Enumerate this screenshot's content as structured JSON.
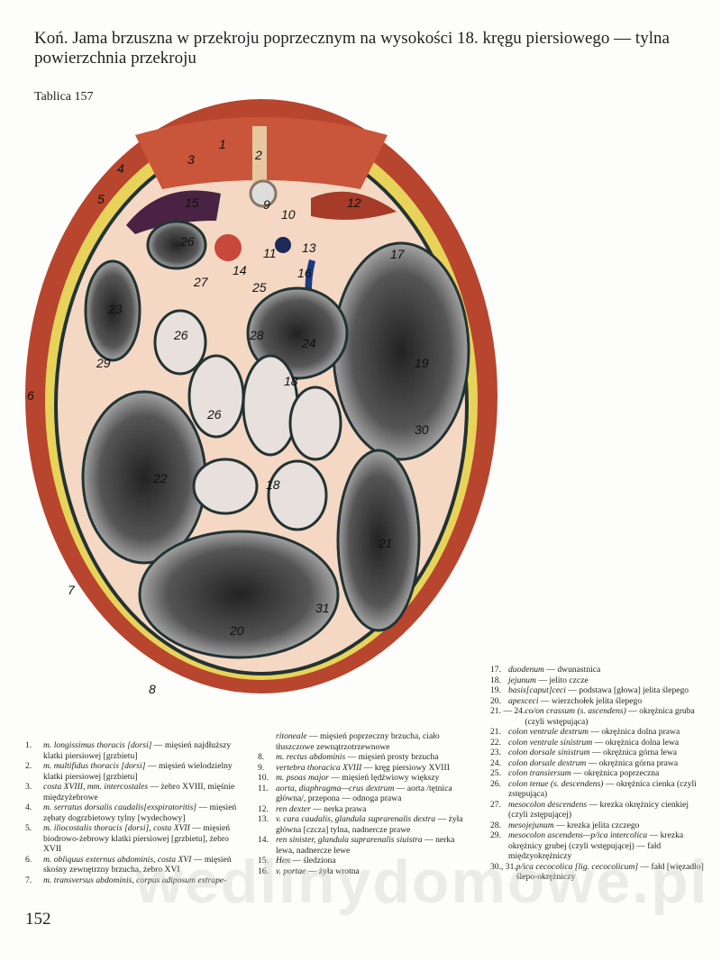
{
  "title": "Koń. Jama brzuszna w przekroju poprzecznym na wysokości 18. kręgu piersiowego — tylna powierzchnia przekroju",
  "plate": "Tablica 157",
  "page_number": "152",
  "watermark": "wedlinydomowe.pl",
  "labels": [
    "1",
    "2",
    "3",
    "4",
    "5",
    "6",
    "7",
    "8",
    "9",
    "10",
    "11",
    "12",
    "13",
    "14",
    "15",
    "16",
    "17",
    "18",
    "18",
    "19",
    "20",
    "21",
    "22",
    "23",
    "24",
    "25",
    "26",
    "26",
    "26",
    "27",
    "28",
    "29",
    "30",
    "31"
  ],
  "legend_left": [
    {
      "n": "1.",
      "la": "m. longissimus thoracis [dorsi]",
      "pl": " — mięsień najdłuższy klatki piersiowej [grzbietu]"
    },
    {
      "n": "2.",
      "la": "m. multifidus thoracis [dorsi]",
      "pl": " — mięsień wielodzielny klatki piersiowej [grzbietu]"
    },
    {
      "n": "3.",
      "la": "costa XVIII, mm. intercostales",
      "pl": " — żebro XVIII, mięśnie międzyżebrowe"
    },
    {
      "n": "4.",
      "la": "m. serratus dorsalis caudalis[exspiratoritis]",
      "pl": " — mięsień zębaty dogrzbietowy tylny [wydechowy]"
    },
    {
      "n": "5.",
      "la": "m. iliocostalis thoracis [dorsi], costa XVII",
      "pl": " — mięsień biodrowo-żebrowy klatki piersiowej [grzbietu], żebro XVII"
    },
    {
      "n": "6.",
      "la": "m. obliquus externus abdominis, costa XVI",
      "pl": " — mięsień skośny zewnętrzny brzucha, żebro XVI"
    },
    {
      "n": "7.",
      "la": "m. transversus abdominis, corpus adiposum extrape-",
      "pl": ""
    }
  ],
  "legend_mid": [
    {
      "n": "",
      "la": "ritoneale",
      "pl": " — mięsień poprzeczny brzucha, ciało tłuszczowe zewnątrzotrzewnowe"
    },
    {
      "n": "8.",
      "la": "m. rectus abdominis",
      "pl": " — mięsień prosty brzucha"
    },
    {
      "n": "9.",
      "la": "vertebra thoracica XVIII",
      "pl": " — kręg piersiowy XVIII"
    },
    {
      "n": "10.",
      "la": "m. psoas major",
      "pl": " — mięsień lędźwiowy większy"
    },
    {
      "n": "11.",
      "la": "aorta, diaphragma—crus dextrum",
      "pl": " — aorta /tętnica główna/, przepona — odnoga prawa"
    },
    {
      "n": "12.",
      "la": "ren dexter",
      "pl": " — nerka prawa"
    },
    {
      "n": "13.",
      "la": "v. cara caudalis, glandula suprarenalis dextra",
      "pl": " — żyła główna [czcza] tylna, nadnercze prawe"
    },
    {
      "n": "14.",
      "la": "ren sinister, glandula suprarenalis siuistra",
      "pl": " — nerka lewa, nadnercze lewe"
    },
    {
      "n": "15.",
      "la": "Hen",
      "pl": " — śledziona"
    },
    {
      "n": "16.",
      "la": "v. portae",
      "pl": " — żyła wrotna"
    }
  ],
  "legend_right": [
    {
      "n": "17.",
      "la": "duodenum",
      "pl": " — dwunastnica"
    },
    {
      "n": "18.",
      "la": "jejunum",
      "pl": " — jelito czcze"
    },
    {
      "n": "19.",
      "la": "basis[caput]ceci",
      "pl": " — podstawa [głowa] jelita ślepego"
    },
    {
      "n": "20.",
      "la": "apexceci",
      "pl": " — wierzchołek jelita ślepego"
    },
    {
      "n": "21. — 24.",
      "la": "co/on crassum (s. ascendens)",
      "pl": " — okrężnica gruba (czyli wstępująca)"
    },
    {
      "n": "21.",
      "la": "colon ventrale dextrum",
      "pl": " — okrężnica dolna prawa"
    },
    {
      "n": "22.",
      "la": "colon ventrale sinistrum",
      "pl": " — okrężnica dolna lewa"
    },
    {
      "n": "23.",
      "la": "colon dorsale sinistrum",
      "pl": " — okrężnica górna lewa"
    },
    {
      "n": "24.",
      "la": "colon dorsale dextrum",
      "pl": " — okrężnica górna prawa"
    },
    {
      "n": "25.",
      "la": "colon transiersum",
      "pl": " — okrężnica poprzeczna"
    },
    {
      "n": "26.",
      "la": "colon tenue (s. descendens)",
      "pl": " — okrężnica cienka (czyli zstępująca)"
    },
    {
      "n": "27.",
      "la": "mesocolon descendens",
      "pl": " — krezka okrężnicy cienkiej (czyli zstępującej)"
    },
    {
      "n": "28.",
      "la": "mesojejunum",
      "pl": " — krezka jelita czczego"
    },
    {
      "n": "29.",
      "la": "mesocolon ascendens—p/ica intercolica",
      "pl": " — krezka okrężnicy grubej (czyli wstępującej) — fałd międzyokrężniczy"
    },
    {
      "n": "30., 31.",
      "la": "p/ica cecocolica [lig. cecocolicum]",
      "pl": " — fałd [więzadło] ślepo-okrężniczy"
    }
  ]
}
